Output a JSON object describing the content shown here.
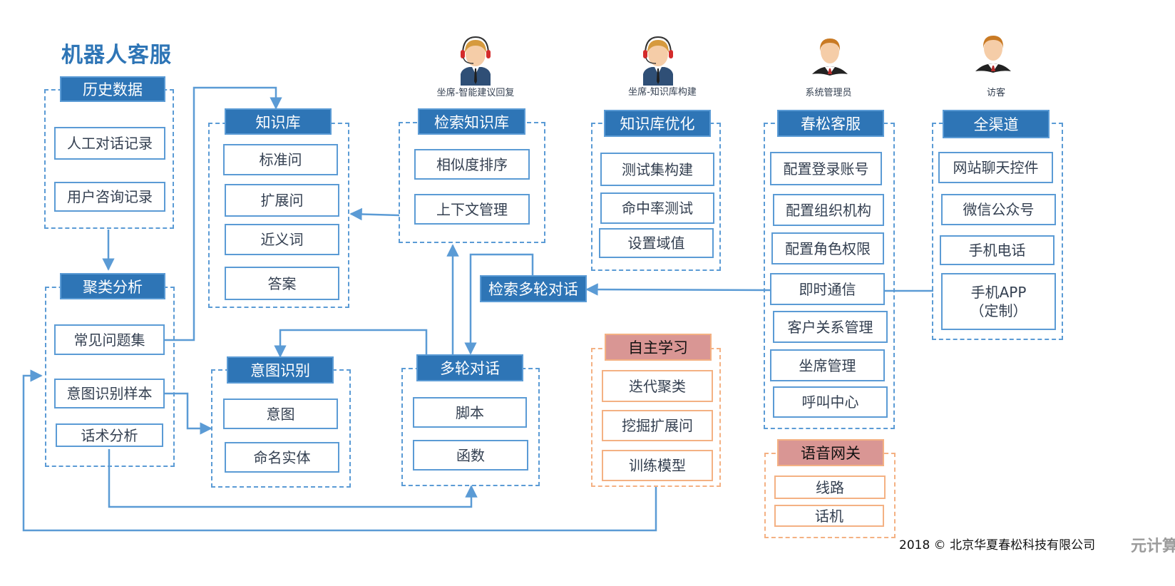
{
  "title": "机器人客服",
  "colors": {
    "primary": "#2e75b6",
    "line": "#5b9bd5",
    "orange_border": "#f4b183",
    "pink_header": "#d99694",
    "text": "#333f50"
  },
  "roles": [
    {
      "label": "坐席-智能建议回复",
      "icon": "agent-headset-icon"
    },
    {
      "label": "坐席-知识库构建",
      "icon": "agent-headset-icon"
    },
    {
      "label": "系统管理员",
      "icon": "user-suit-icon"
    },
    {
      "label": "访客",
      "icon": "user-suit-icon"
    }
  ],
  "groups": {
    "history": {
      "title": "历史数据",
      "items": [
        "人工对话记录",
        "用户咨询记录"
      ]
    },
    "cluster": {
      "title": "聚类分析",
      "items": [
        "常见问题集",
        "意图识别样本",
        "话术分析"
      ]
    },
    "kb": {
      "title": "知识库",
      "items": [
        "标准问",
        "扩展问",
        "近义词",
        "答案"
      ]
    },
    "search_kb": {
      "title": "检索知识库",
      "items": [
        "相似度排序",
        "上下文管理"
      ]
    },
    "kb_opt": {
      "title": "知识库优化",
      "items": [
        "测试集构建",
        "命中率测试",
        "设置域值"
      ]
    },
    "chunsong": {
      "title": "春松客服",
      "items": [
        "配置登录账号",
        "配置组织机构",
        "配置角色权限",
        "即时通信",
        "客户关系管理",
        "坐席管理",
        "呼叫中心"
      ]
    },
    "channels": {
      "title": "全渠道",
      "items": [
        "网站聊天控件",
        "微信公众号",
        "手机电话",
        "手机APP\n（定制）"
      ]
    },
    "intent": {
      "title": "意图识别",
      "items": [
        "意图",
        "命名实体"
      ]
    },
    "multiturn": {
      "title": "多轮对话",
      "items": [
        "脚本",
        "函数"
      ]
    },
    "selflearn": {
      "title": "自主学习",
      "items": [
        "迭代聚类",
        "挖掘扩展问",
        "训练模型"
      ]
    },
    "voice": {
      "title": "语音网关",
      "items": [
        "线路",
        "话机"
      ]
    }
  },
  "standalone": {
    "search_multiturn": "检索多轮对话"
  },
  "footer": {
    "copyright": "2018 © 北京华夏春松科技有限公司",
    "watermark": "元计算"
  }
}
